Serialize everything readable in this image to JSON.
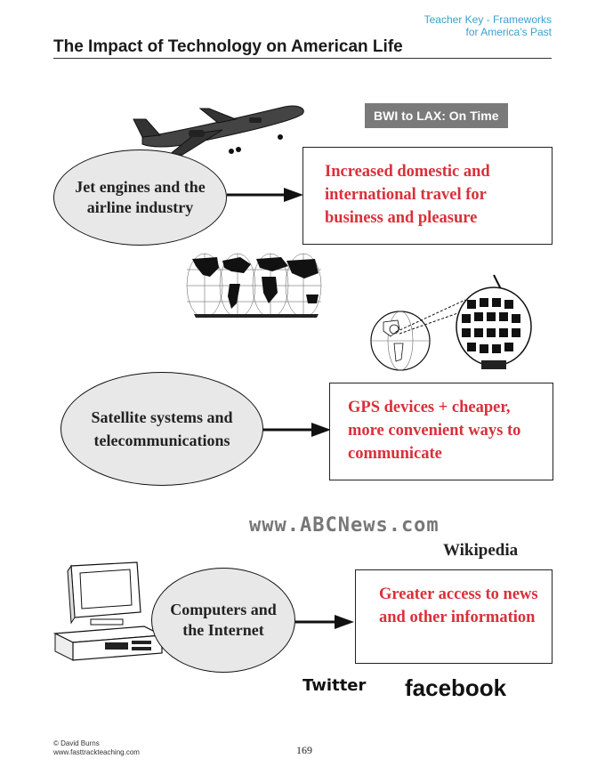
{
  "header": {
    "key_line1": "Teacher Key - Frameworks",
    "key_line2": "for America’s Past",
    "title": "The Impact of Technology on American Life"
  },
  "section1": {
    "tag": "BWI to LAX: On Time",
    "ellipse": "Jet engines and the airline industry",
    "box": "Increased domestic and international travel for business and pleasure"
  },
  "section2": {
    "ellipse": "Satellite systems and telecommunications",
    "box": "GPS devices + cheaper, more convenient ways to communicate"
  },
  "section3": {
    "website": "www.ABCNews.com",
    "wikipedia": "Wikipedia",
    "ellipse": "Computers and the Internet",
    "box": "Greater access to news and other information",
    "twitter": "Twitter",
    "facebook": "facebook"
  },
  "footer": {
    "copyright": "© David Burns",
    "site": "www.fasttrackteaching.com",
    "page": "169"
  },
  "icons": [
    "airplane-icon",
    "world-map-icon",
    "satellite-icon",
    "globe-icon",
    "computer-icon",
    "arrow-icon"
  ]
}
